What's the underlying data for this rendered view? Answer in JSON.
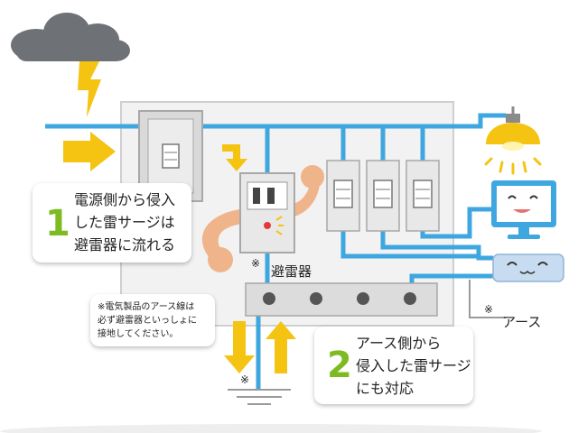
{
  "callout1": {
    "number": "1",
    "lines": [
      "電源側から侵入",
      "した雷サージは",
      "避雷器に流れる"
    ]
  },
  "callout2": {
    "number": "2",
    "lines": [
      "アース側から",
      "侵入した雷サージ",
      "にも対応"
    ]
  },
  "note": {
    "lines": [
      "※電気製品のアース線は",
      "必ず避雷器といっしょに",
      "接地してください。"
    ]
  },
  "labels": {
    "arrester": "避雷器",
    "earth": "アース",
    "mark": "※"
  },
  "colors": {
    "wire": "#3fa7e0",
    "arrow_yellow": "#f5c312",
    "accent_green": "#7dbb21",
    "panel_bg": "#f2f2f2",
    "cloud": "#6e7276"
  }
}
